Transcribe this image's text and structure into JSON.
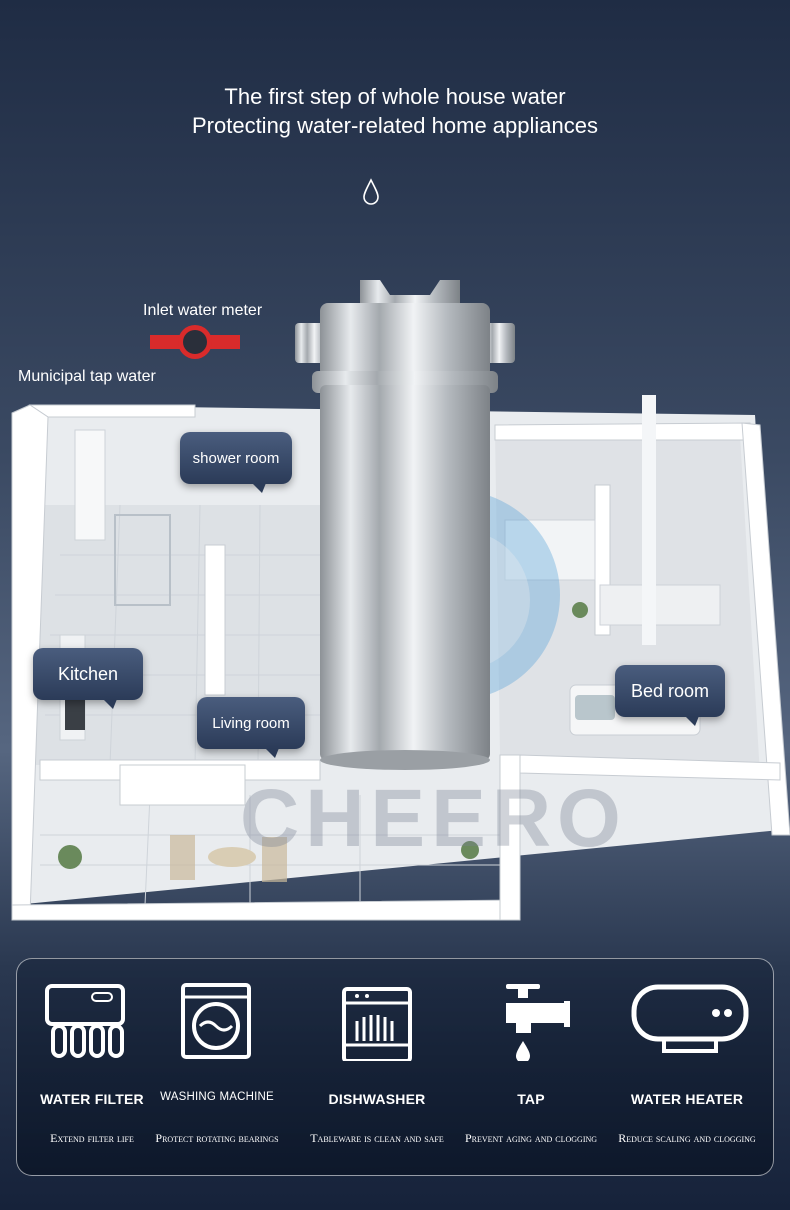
{
  "headline": {
    "line1": "The first step of whole house water",
    "line2": "Protecting water-related home appliances"
  },
  "scene": {
    "inlet_label": "Inlet water meter",
    "source_label": "Municipal tap water",
    "rooms": {
      "shower": "shower room",
      "kitchen": "Kitchen",
      "living": "Living room",
      "bedroom": "Bed room"
    },
    "watermark": "CHEERO",
    "colors": {
      "meter": "#d92b2b",
      "pipe": "#f4f6f8",
      "steel": "#c9ccd0"
    }
  },
  "appliances": [
    {
      "icon": "water-filter-icon",
      "title": "WATER FILTER",
      "desc": "Extend filter life"
    },
    {
      "icon": "washing-machine-icon",
      "title": "WASHING MACHINE",
      "desc": "Protect rotating bearings"
    },
    {
      "icon": "dishwasher-icon",
      "title": "DISHWASHER",
      "desc": "Tableware is clean and safe"
    },
    {
      "icon": "tap-icon",
      "title": "TAP",
      "desc": "Prevent aging and clogging"
    },
    {
      "icon": "water-heater-icon",
      "title": "WATER HEATER",
      "desc": "Reduce scaling and clogging"
    }
  ]
}
